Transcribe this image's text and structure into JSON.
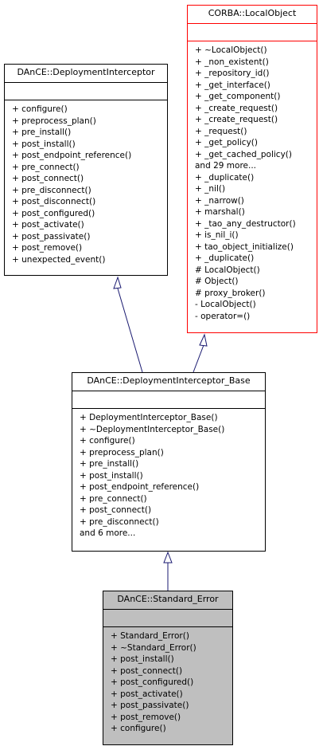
{
  "classes": {
    "local_object": {
      "name": "CORBA::LocalObject",
      "members": [
        "+ ~LocalObject()",
        "+ _non_existent()",
        "+ _repository_id()",
        "+ _get_interface()",
        "+ _get_component()",
        "+ _create_request()",
        "+ _create_request()",
        "+ _request()",
        "+ _get_policy()",
        "+ _get_cached_policy()",
        "and 29 more...",
        "+ _duplicate()",
        "+ _nil()",
        "+ _narrow()",
        "+ marshal()",
        "+ _tao_any_destructor()",
        "+ is_nil_i()",
        "+ tao_object_initialize()",
        "+ _duplicate()",
        "# LocalObject()",
        "# Object()",
        "# proxy_broker()",
        "- LocalObject()",
        "- operator=()"
      ]
    },
    "deployment_interceptor": {
      "name": "DAnCE::DeploymentInterceptor",
      "members": [
        "+ configure()",
        "+ preprocess_plan()",
        "+ pre_install()",
        "+ post_install()",
        "+ post_endpoint_reference()",
        "+ pre_connect()",
        "+ post_connect()",
        "+ pre_disconnect()",
        "+ post_disconnect()",
        "+ post_configured()",
        "+ post_activate()",
        "+ post_passivate()",
        "+ post_remove()",
        "+ unexpected_event()"
      ]
    },
    "interceptor_base": {
      "name": "DAnCE::DeploymentInterceptor_Base",
      "members": [
        "+ DeploymentInterceptor_Base()",
        "+ ~DeploymentInterceptor_Base()",
        "+ configure()",
        "+ preprocess_plan()",
        "+ pre_install()",
        "+ post_install()",
        "+ post_endpoint_reference()",
        "+ pre_connect()",
        "+ post_connect()",
        "+ pre_disconnect()",
        "and 6 more..."
      ]
    },
    "standard_error": {
      "name": "DAnCE::Standard_Error",
      "members": [
        "+ Standard_Error()",
        "+ ~Standard_Error()",
        "+ post_install()",
        "+ post_connect()",
        "+ post_configured()",
        "+ post_activate()",
        "+ post_passivate()",
        "+ post_remove()",
        "+ configure()"
      ]
    }
  },
  "colors": {
    "edge": "#191970",
    "highlight_border": "#ff0000",
    "current_fill": "#bfbfbf"
  }
}
